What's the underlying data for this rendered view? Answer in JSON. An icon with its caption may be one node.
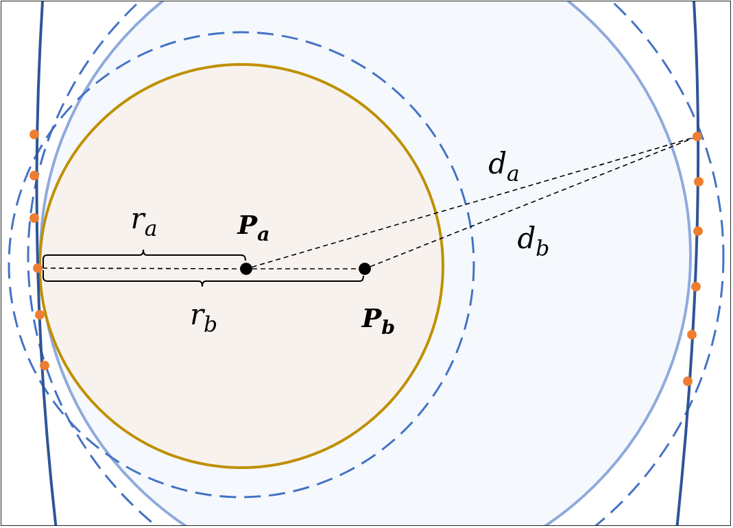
{
  "diagram": {
    "nodes": [
      {
        "text": [],
        "shape": "circle"
      },
      {
        "text": [],
        "shape": "circle",
        "beside": [
          "P$_{a}$"
        ]
      },
      {
        "text": [],
        "shape": "circle",
        "beside": [
          "P$_{b}$"
        ]
      },
      {
        "text": [],
        "shape": "circle"
      }
    ],
    "edges": [
      {
        "from": 0,
        "to": 1,
        "arrow": "none",
        "style": "dashed"
      },
      {
        "from": 1,
        "to": 2,
        "arrow": "none",
        "style": "dashed"
      },
      {
        "from": 1,
        "to": 3,
        "arrow": "none",
        "style": "dashed",
        "label": "d$_{a}$"
      },
      {
        "from": 2,
        "to": 3,
        "arrow": "none",
        "style": "dashed",
        "label": "d$_{b}$"
      }
    ],
    "labels": [
      "r$_{a}$",
      "r$_{b}$"
    ]
  }
}
